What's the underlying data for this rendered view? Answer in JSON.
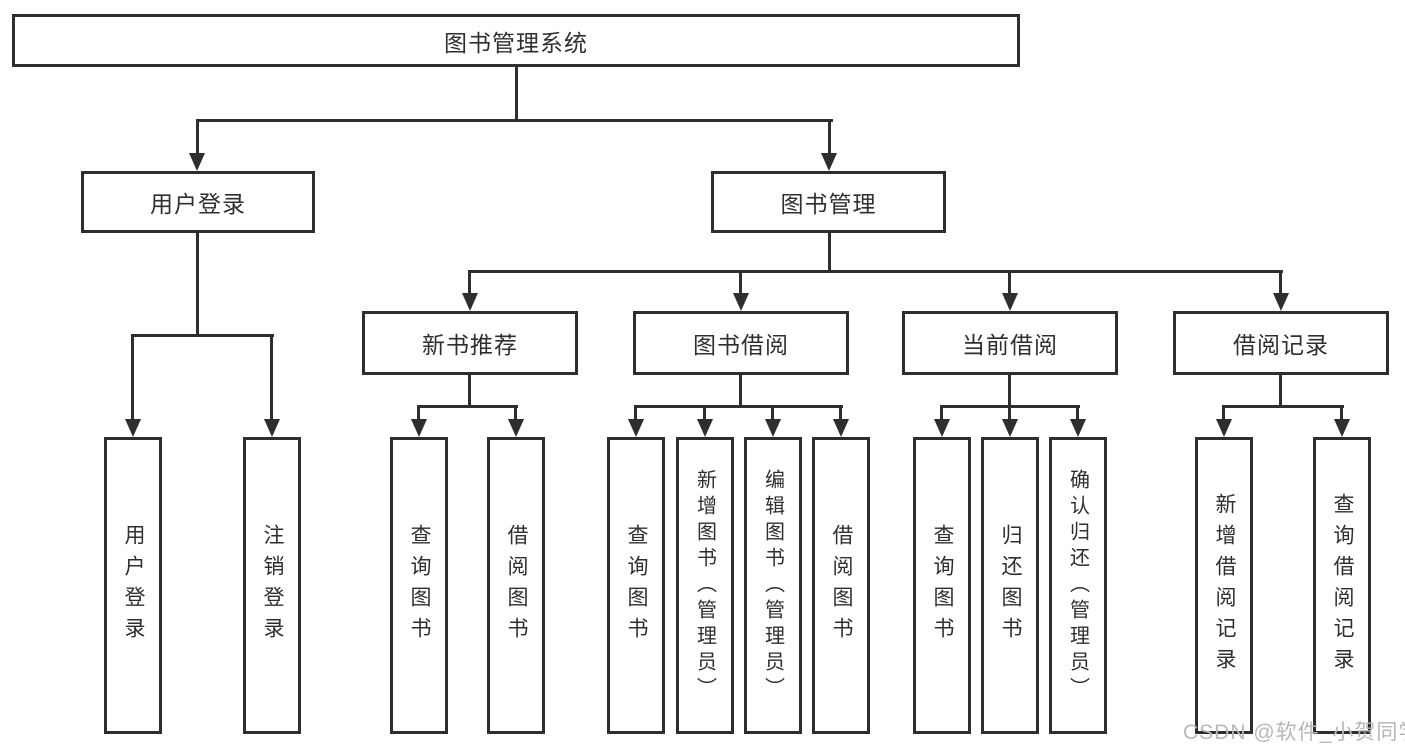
{
  "tree": {
    "root": {
      "label": "图书管理系统"
    },
    "user_login": {
      "label": "用户登录",
      "children": [
        {
          "label": "用户登录"
        },
        {
          "label": "注销登录"
        }
      ]
    },
    "book_management": {
      "label": "图书管理",
      "sections": [
        {
          "label": "新书推荐",
          "children": [
            {
              "label": "查询图书"
            },
            {
              "label": "借阅图书"
            }
          ]
        },
        {
          "label": "图书借阅",
          "children": [
            {
              "label": "查询图书"
            },
            {
              "label": "新增图书（管理员）"
            },
            {
              "label": "编辑图书（管理员）"
            },
            {
              "label": "借阅图书"
            }
          ]
        },
        {
          "label": "当前借阅",
          "children": [
            {
              "label": "查询图书"
            },
            {
              "label": "归还图书"
            },
            {
              "label": "确认归还（管理员）"
            }
          ]
        },
        {
          "label": "借阅记录",
          "children": [
            {
              "label": "新增借阅记录"
            },
            {
              "label": "查询借阅记录"
            }
          ]
        }
      ]
    }
  },
  "watermark": {
    "text": "CSDN @软件_小贺同学"
  },
  "colors": {
    "line": "#2e2e2e",
    "text": "#2f2f2f",
    "watermark": "#b8b8b8",
    "bg": "#ffffff"
  }
}
